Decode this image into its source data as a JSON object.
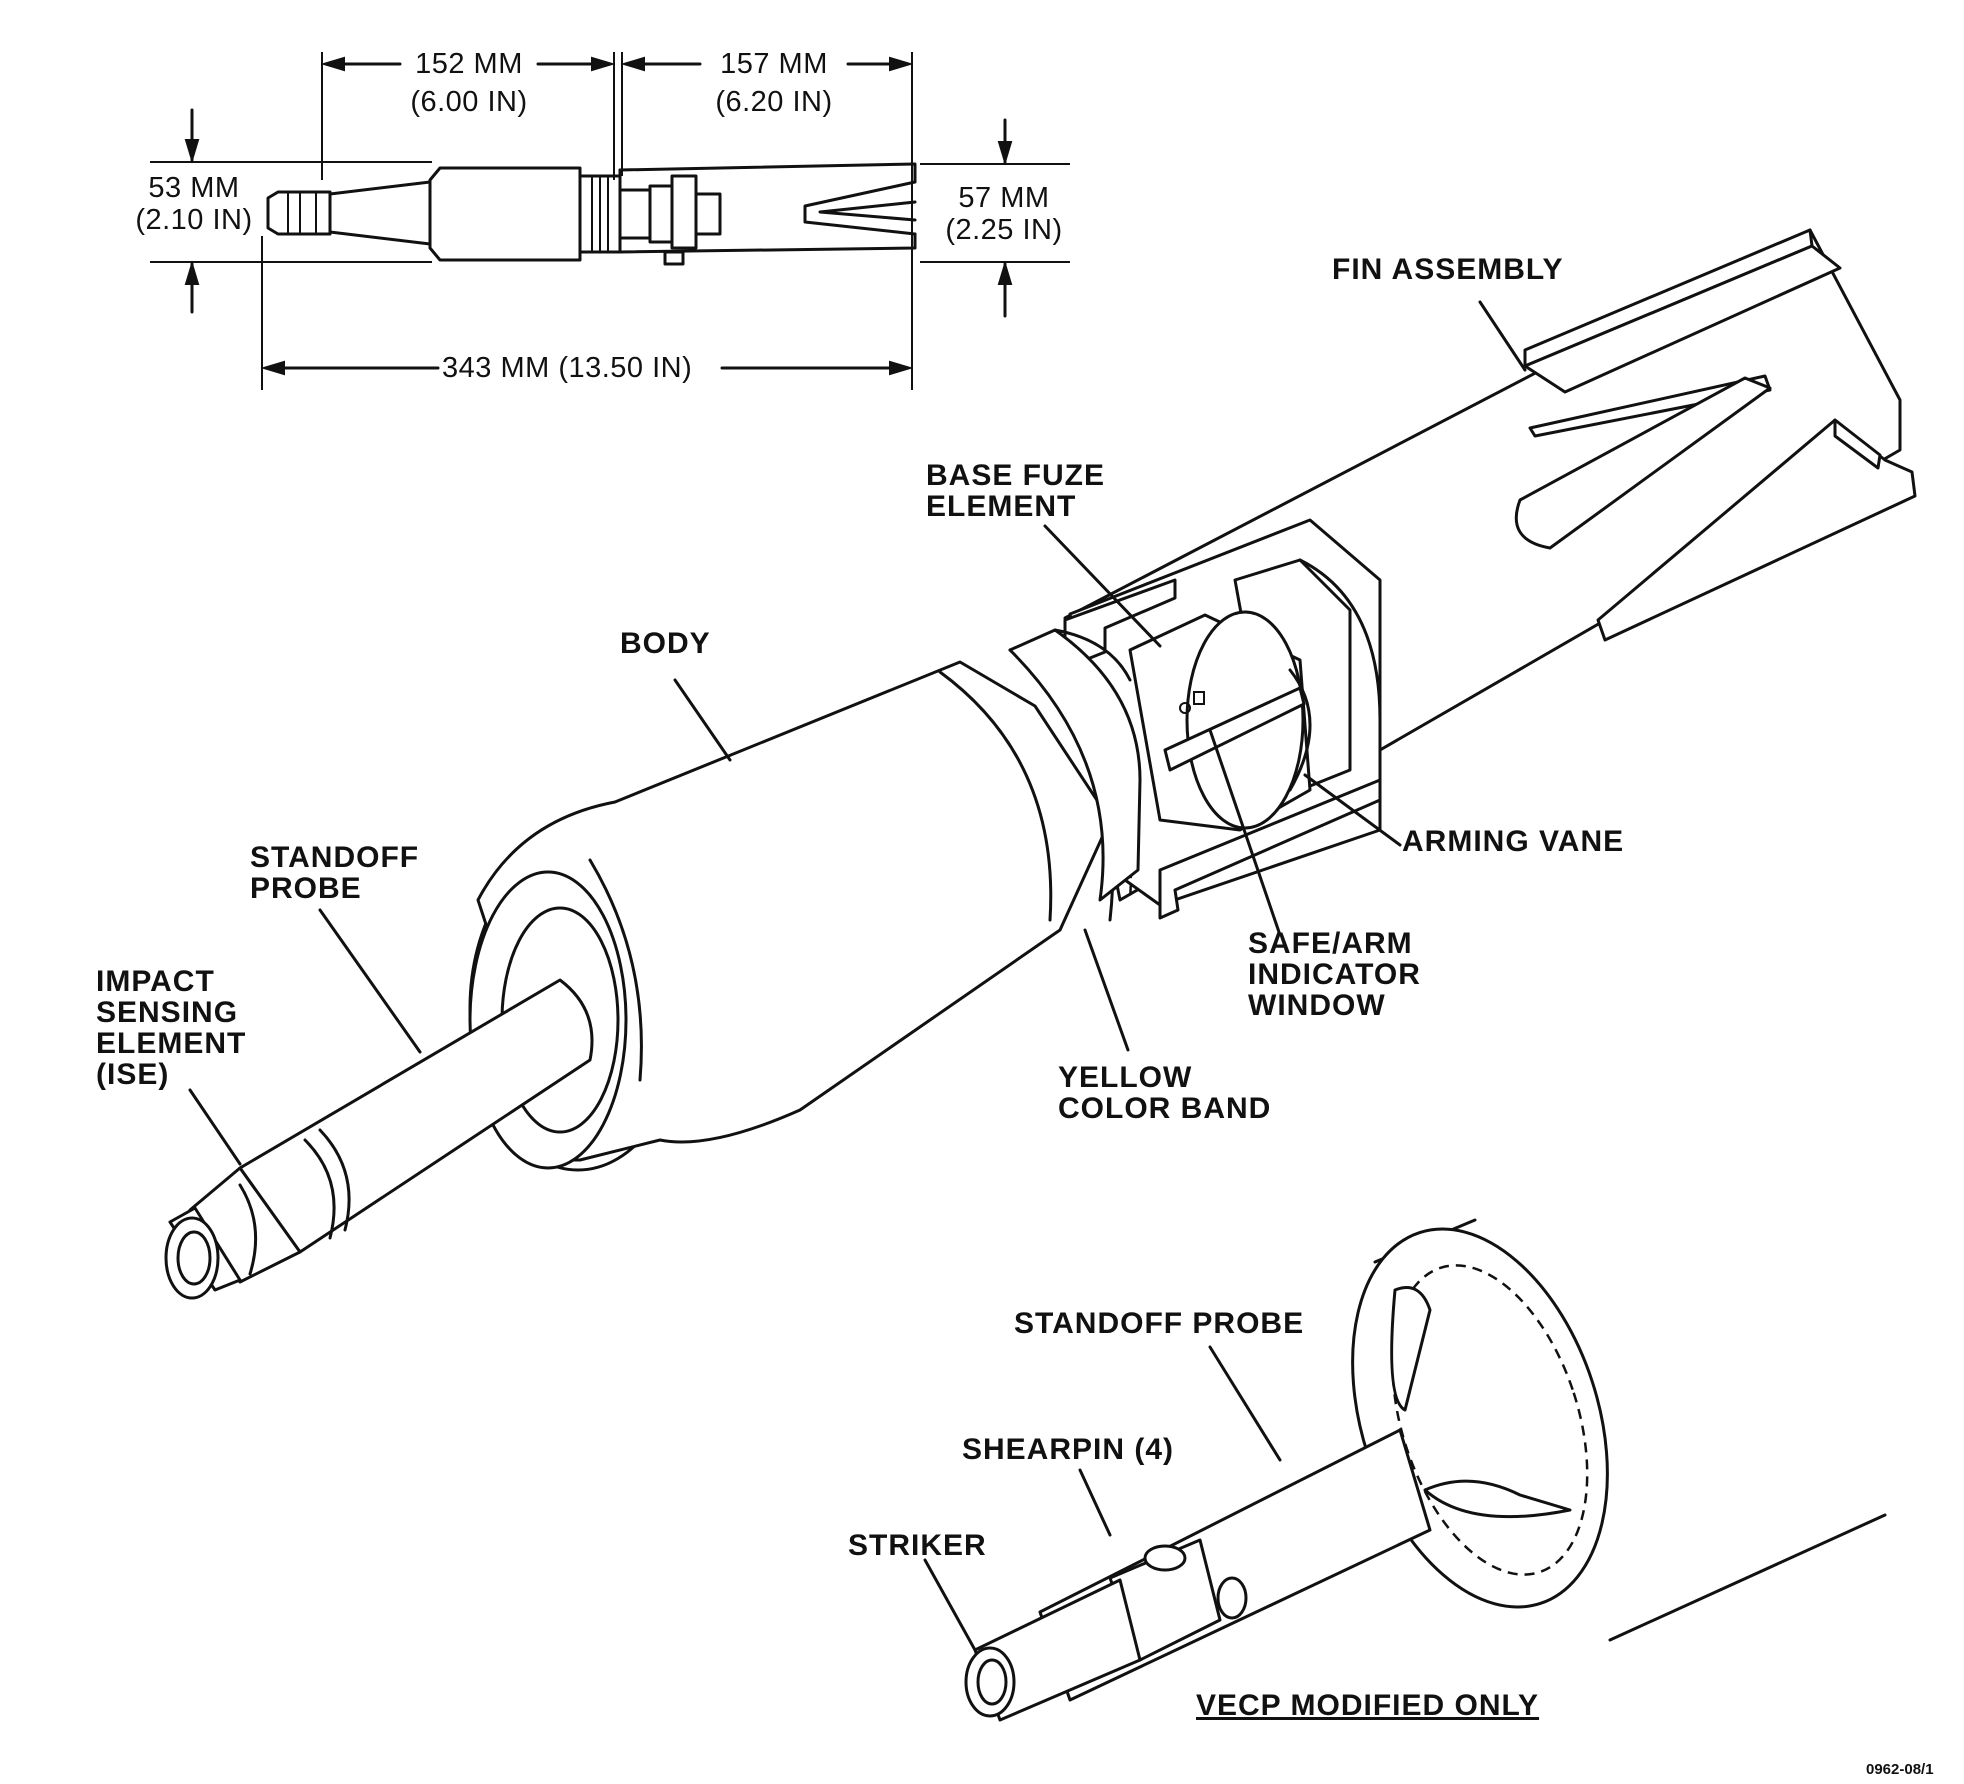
{
  "dimensions": {
    "top_left": {
      "mm": "152 MM",
      "in": "(6.00 IN)"
    },
    "top_right": {
      "mm": "157 MM",
      "in": "(6.20 IN)"
    },
    "left_diameter": {
      "mm": "53 MM",
      "in": "(2.10 IN)"
    },
    "right_diameter": {
      "mm": "57 MM",
      "in": "(2.25 IN)"
    },
    "overall_length": "343 MM (13.50 IN)"
  },
  "labels": {
    "fin_assembly": "FIN ASSEMBLY",
    "base_fuze_element": "BASE FUZE\nELEMENT",
    "body": "BODY",
    "arming_vane": "ARMING VANE",
    "standoff_probe": "STANDOFF\nPROBE",
    "safe_arm_indicator_window": "SAFE/ARM\nINDICATOR\nWINDOW",
    "impact_sensing_element": "IMPACT\nSENSING\nELEMENT\n(ISE)",
    "yellow_color_band": "YELLOW\nCOLOR BAND",
    "detail_standoff_probe": "STANDOFF PROBE",
    "shearpin": "SHEARPIN (4)",
    "striker": "STRIKER",
    "detail_caption": "VECP MODIFIED ONLY"
  },
  "figure_code": "0962-08/1"
}
